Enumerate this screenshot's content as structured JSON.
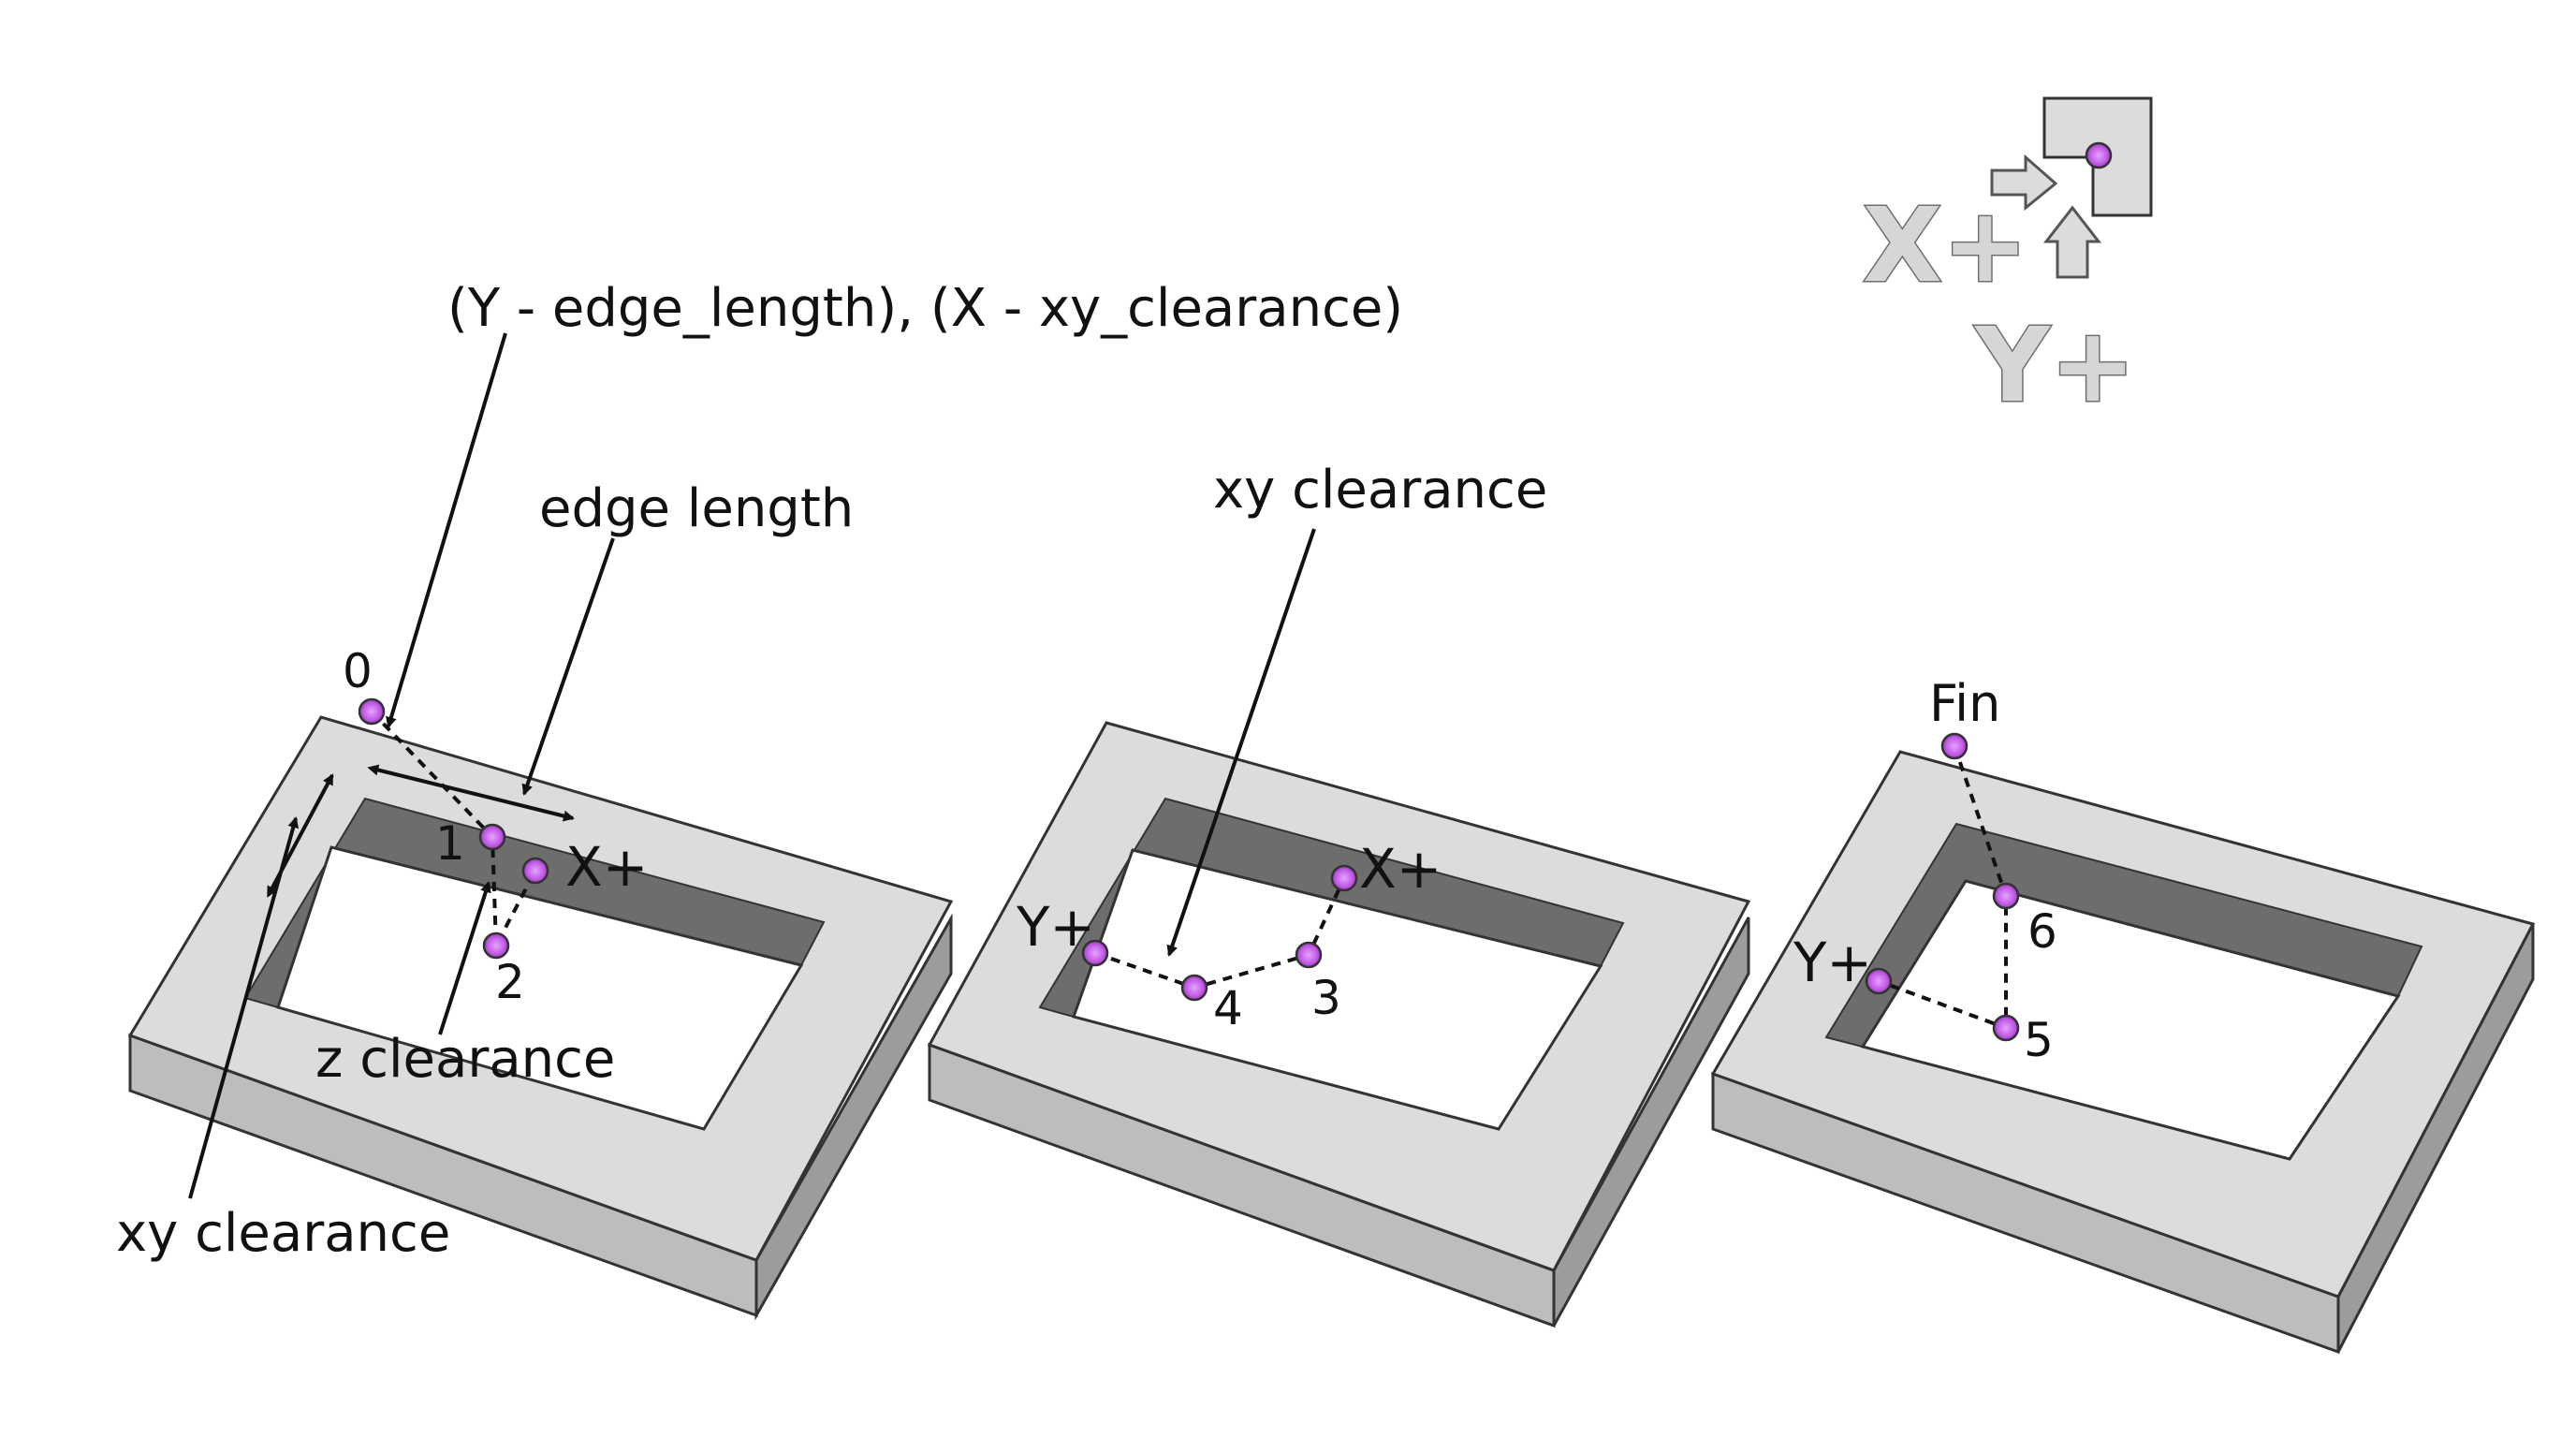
{
  "annotations": {
    "coordinate_formula": "(Y - edge_length), (X - xy_clearance)",
    "edge_length": "edge length",
    "z_clearance": "z clearance",
    "xy_clearance_left": "xy clearance",
    "xy_clearance_mid": "xy clearance"
  },
  "points": {
    "p0": "0",
    "p1": "1",
    "p2": "2",
    "p3": "3",
    "p4": "4",
    "p5": "5",
    "p6": "6",
    "fin": "Fin"
  },
  "axis_labels": {
    "x_plus": "X+",
    "y_plus": "Y+"
  },
  "legend": {
    "x_plus": "X+",
    "y_plus": "Y+"
  },
  "colors": {
    "frame_top": "#dcdcdc",
    "frame_side": "#bdbdbd",
    "inner_wall": "#6d6d6d",
    "point_fill": "#cc66ee",
    "line": "#111111"
  }
}
